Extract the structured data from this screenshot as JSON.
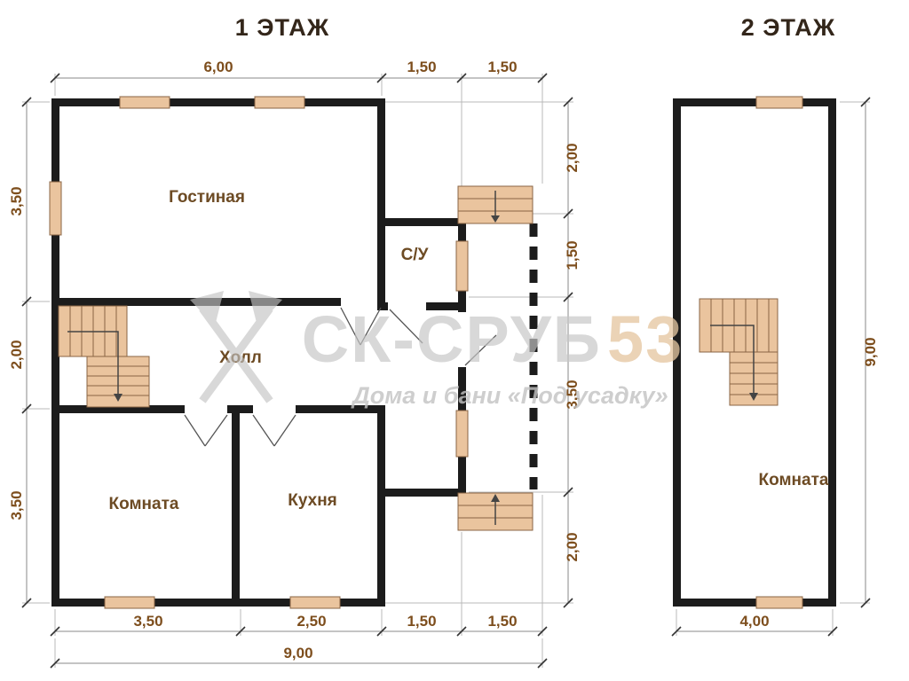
{
  "titles": {
    "floor1": "1 ЭТАЖ",
    "floor2": "2 ЭТАЖ"
  },
  "plan1": {
    "rooms": {
      "living": "Гостиная",
      "bath": "С/У",
      "hall": "Холл",
      "bedroom": "Комната",
      "kitchen": "Кухня"
    },
    "dims": {
      "top": [
        "6,00",
        "1,50",
        "1,50"
      ],
      "left": [
        "3,50",
        "2,00",
        "3,50"
      ],
      "right": [
        "2,00",
        "1,50",
        "3,50",
        "2,00"
      ],
      "bottom": [
        "3,50",
        "2,50",
        "1,50",
        "1,50"
      ],
      "total_width": "9,00"
    }
  },
  "plan2": {
    "rooms": {
      "room": "Комната"
    },
    "dims": {
      "right": "9,00",
      "bottom": "4,00"
    }
  },
  "watermark": {
    "brand": "СК-СРУБ",
    "number": "53",
    "tagline": "Дома и бани «Под усадку»"
  },
  "colors": {
    "wall": "#1c1c1c",
    "wood_fill": "#eac49e",
    "wood_stroke": "#8a6544",
    "dim_text": "#7d4e1d",
    "room_text": "#6d4b24",
    "title_text": "#33261a",
    "watermark_gray": "#c6c6c6",
    "watermark_tan": "#e4c5a0"
  }
}
